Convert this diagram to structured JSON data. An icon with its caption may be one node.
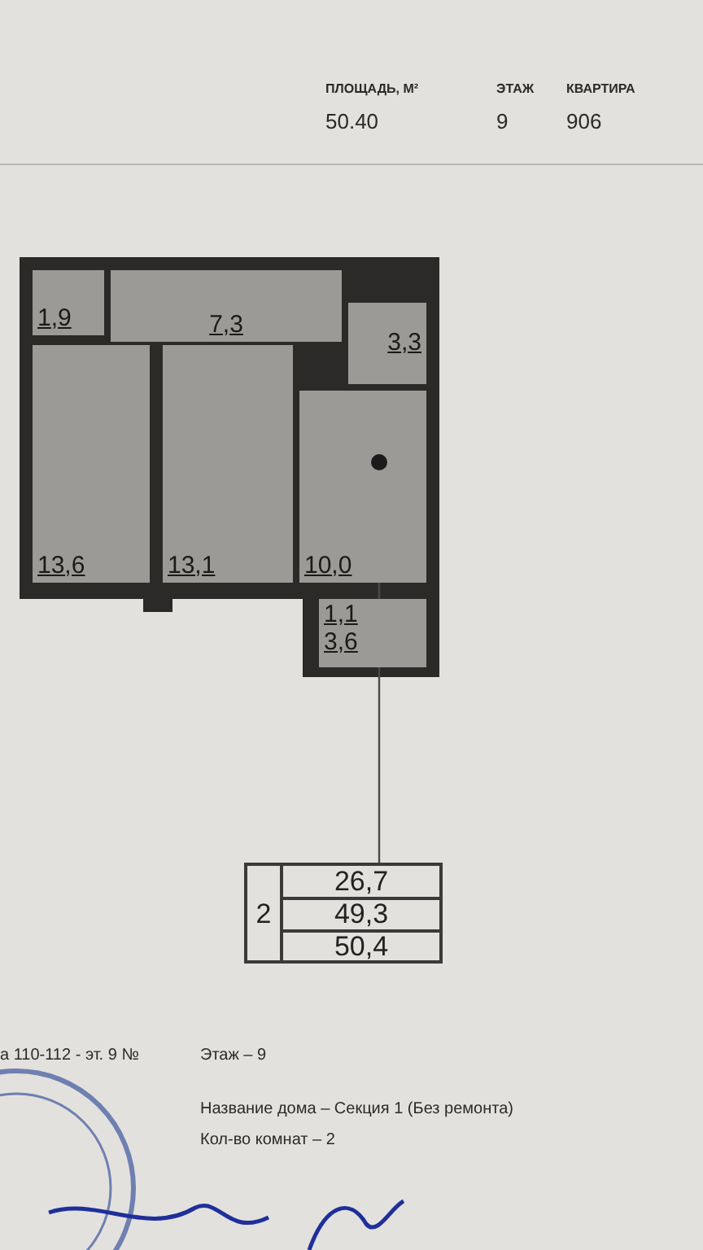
{
  "diagram": {
    "nodes": [
      {
        "text": [
          "1,9"
        ]
      },
      {
        "text": [
          "7,3"
        ]
      },
      {
        "text": [
          "3,3"
        ]
      },
      {
        "text": [
          "13,6"
        ]
      },
      {
        "text": [
          "13,1"
        ]
      },
      {
        "text": [
          "10,0"
        ]
      },
      {
        "text": [
          "1,1",
          "3,6"
        ]
      },
      {
        "text": [
          "2",
          "26,7",
          "49,3",
          "50,4"
        ]
      },
      {
        "text": [],
        "shape": "circle",
        "in": 5
      }
    ],
    "edges": [
      {
        "from": 7,
        "to": 8,
        "arrow": "none"
      }
    ],
    "labels": [
      "ПЛОЩАДЬ, М²",
      "ЭТАЖ",
      "КВАРТИРА",
      "50.40",
      "9",
      "906",
      "а 110-112 - эт. 9 №",
      "Этаж – 9",
      "Название дома – Секция 1 (Без ремонта)",
      "Кол-во комнат – 2"
    ]
  }
}
